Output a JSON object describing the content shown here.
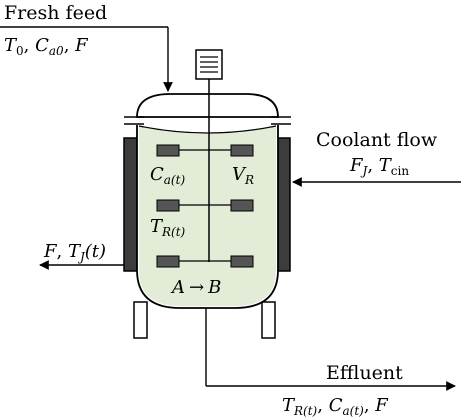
{
  "colors": {
    "line": "#000000",
    "liquid": "#e2ecd6",
    "jacket": "#3c3c3c",
    "paddle": "#555555",
    "background": "#ffffff"
  },
  "streams": {
    "fresh_feed": {
      "title": "Fresh feed",
      "T0": "T",
      "T0_sub": "0",
      "Ca0": "C",
      "Ca0_sub": "a0",
      "F": "F"
    },
    "coolant": {
      "title": "Coolant flow",
      "FJ": "F",
      "FJ_sub": "J",
      "Tcin": "T",
      "Tcin_sub": "cin"
    },
    "jacket_out": {
      "F": "F",
      "TJ": "T",
      "TJ_sub": "J",
      "TJ_arg": "(t)"
    },
    "effluent": {
      "title": "Effluent",
      "TR": "T",
      "TR_sub": "R(t)",
      "Ca": "C",
      "Ca_sub": "a(t)",
      "F": "F"
    }
  },
  "reactor": {
    "Ca": "C",
    "Ca_sub": "a(t)",
    "VR": "V",
    "VR_sub": "R",
    "TR": "T",
    "TR_sub": "R(t)",
    "reaction_A": "A",
    "reaction_arrow": "→",
    "reaction_B": "B"
  }
}
